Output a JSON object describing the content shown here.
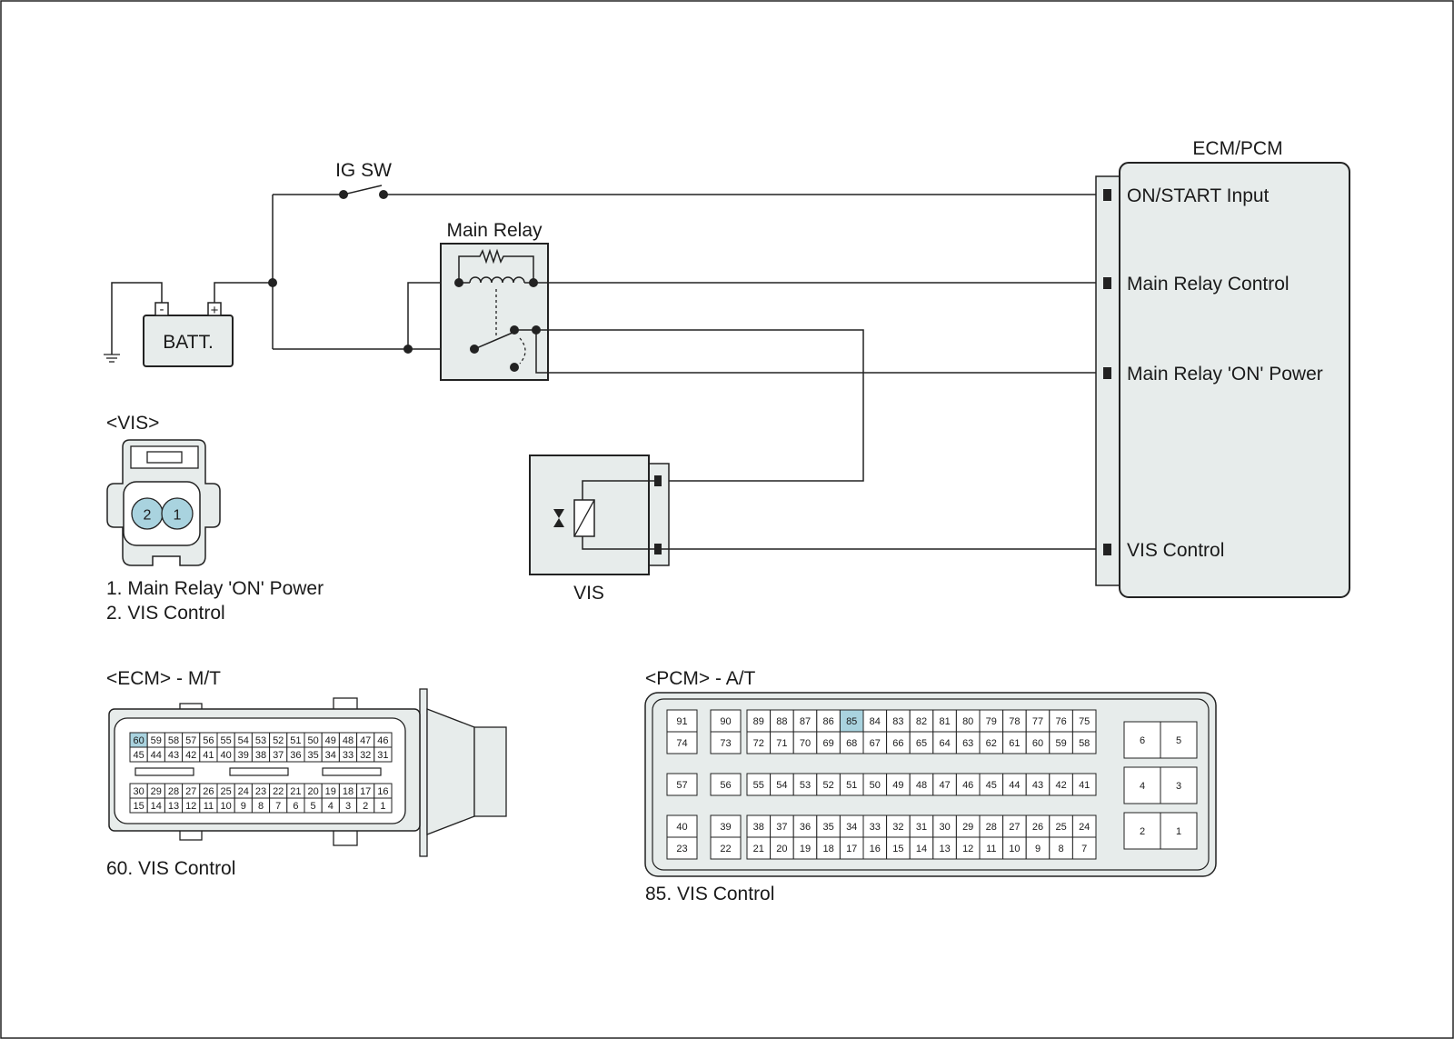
{
  "colors": {
    "module_fill": "#e7eceb",
    "highlight": "#a9d3df",
    "line": "#222222"
  },
  "schematic": {
    "ig_sw": "IG SW",
    "main_relay": "Main Relay",
    "batt": "BATT.",
    "batt_neg": "-",
    "batt_pos": "+",
    "vis_actuator": "VIS",
    "ecm_title": "ECM/PCM",
    "ecm_pins": [
      "ON/START Input",
      "Main Relay Control",
      "Main Relay 'ON' Power",
      "VIS Control"
    ]
  },
  "vis_connector": {
    "title": "<VIS>",
    "pins": [
      "2",
      "1"
    ],
    "legend": [
      "1. Main Relay 'ON' Power",
      "2. VIS Control"
    ]
  },
  "ecm_connector": {
    "title": "<ECM> - M/T",
    "legend": "60. VIS Control",
    "highlight_pin": "60",
    "rows": [
      [
        "60",
        "59",
        "58",
        "57",
        "56",
        "55",
        "54",
        "53",
        "52",
        "51",
        "50",
        "49",
        "48",
        "47",
        "46"
      ],
      [
        "45",
        "44",
        "43",
        "42",
        "41",
        "40",
        "39",
        "38",
        "37",
        "36",
        "35",
        "34",
        "33",
        "32",
        "31"
      ],
      [
        "30",
        "29",
        "28",
        "27",
        "26",
        "25",
        "24",
        "23",
        "22",
        "21",
        "20",
        "19",
        "18",
        "17",
        "16"
      ],
      [
        "15",
        "14",
        "13",
        "12",
        "11",
        "10",
        "9",
        "8",
        "7",
        "6",
        "5",
        "4",
        "3",
        "2",
        "1"
      ]
    ]
  },
  "pcm_connector": {
    "title": "<PCM> - A/T",
    "legend": "85. VIS Control",
    "highlight_pin": "85",
    "groups": [
      {
        "single_a": [
          "91",
          "74"
        ],
        "single_b": [
          "90",
          "73"
        ],
        "main": [
          [
            "89",
            "88",
            "87",
            "86",
            "85",
            "84",
            "83",
            "82",
            "81",
            "80",
            "79",
            "78",
            "77",
            "76",
            "75"
          ],
          [
            "72",
            "71",
            "70",
            "69",
            "68",
            "67",
            "66",
            "65",
            "64",
            "63",
            "62",
            "61",
            "60",
            "59",
            "58"
          ]
        ]
      },
      {
        "single_a": [
          "57"
        ],
        "single_b": [
          "56"
        ],
        "main": [
          [
            "55",
            "54",
            "53",
            "52",
            "51",
            "50",
            "49",
            "48",
            "47",
            "46",
            "45",
            "44",
            "43",
            "42",
            "41"
          ]
        ]
      },
      {
        "single_a": [
          "40",
          "23"
        ],
        "single_b": [
          "39",
          "22"
        ],
        "main": [
          [
            "38",
            "37",
            "36",
            "35",
            "34",
            "33",
            "32",
            "31",
            "30",
            "29",
            "28",
            "27",
            "26",
            "25",
            "24"
          ],
          [
            "21",
            "20",
            "19",
            "18",
            "17",
            "16",
            "15",
            "14",
            "13",
            "12",
            "11",
            "10",
            "9",
            "8",
            "7"
          ]
        ]
      }
    ],
    "right_pins": [
      [
        "6",
        "5"
      ],
      [
        "4",
        "3"
      ],
      [
        "2",
        "1"
      ]
    ]
  }
}
